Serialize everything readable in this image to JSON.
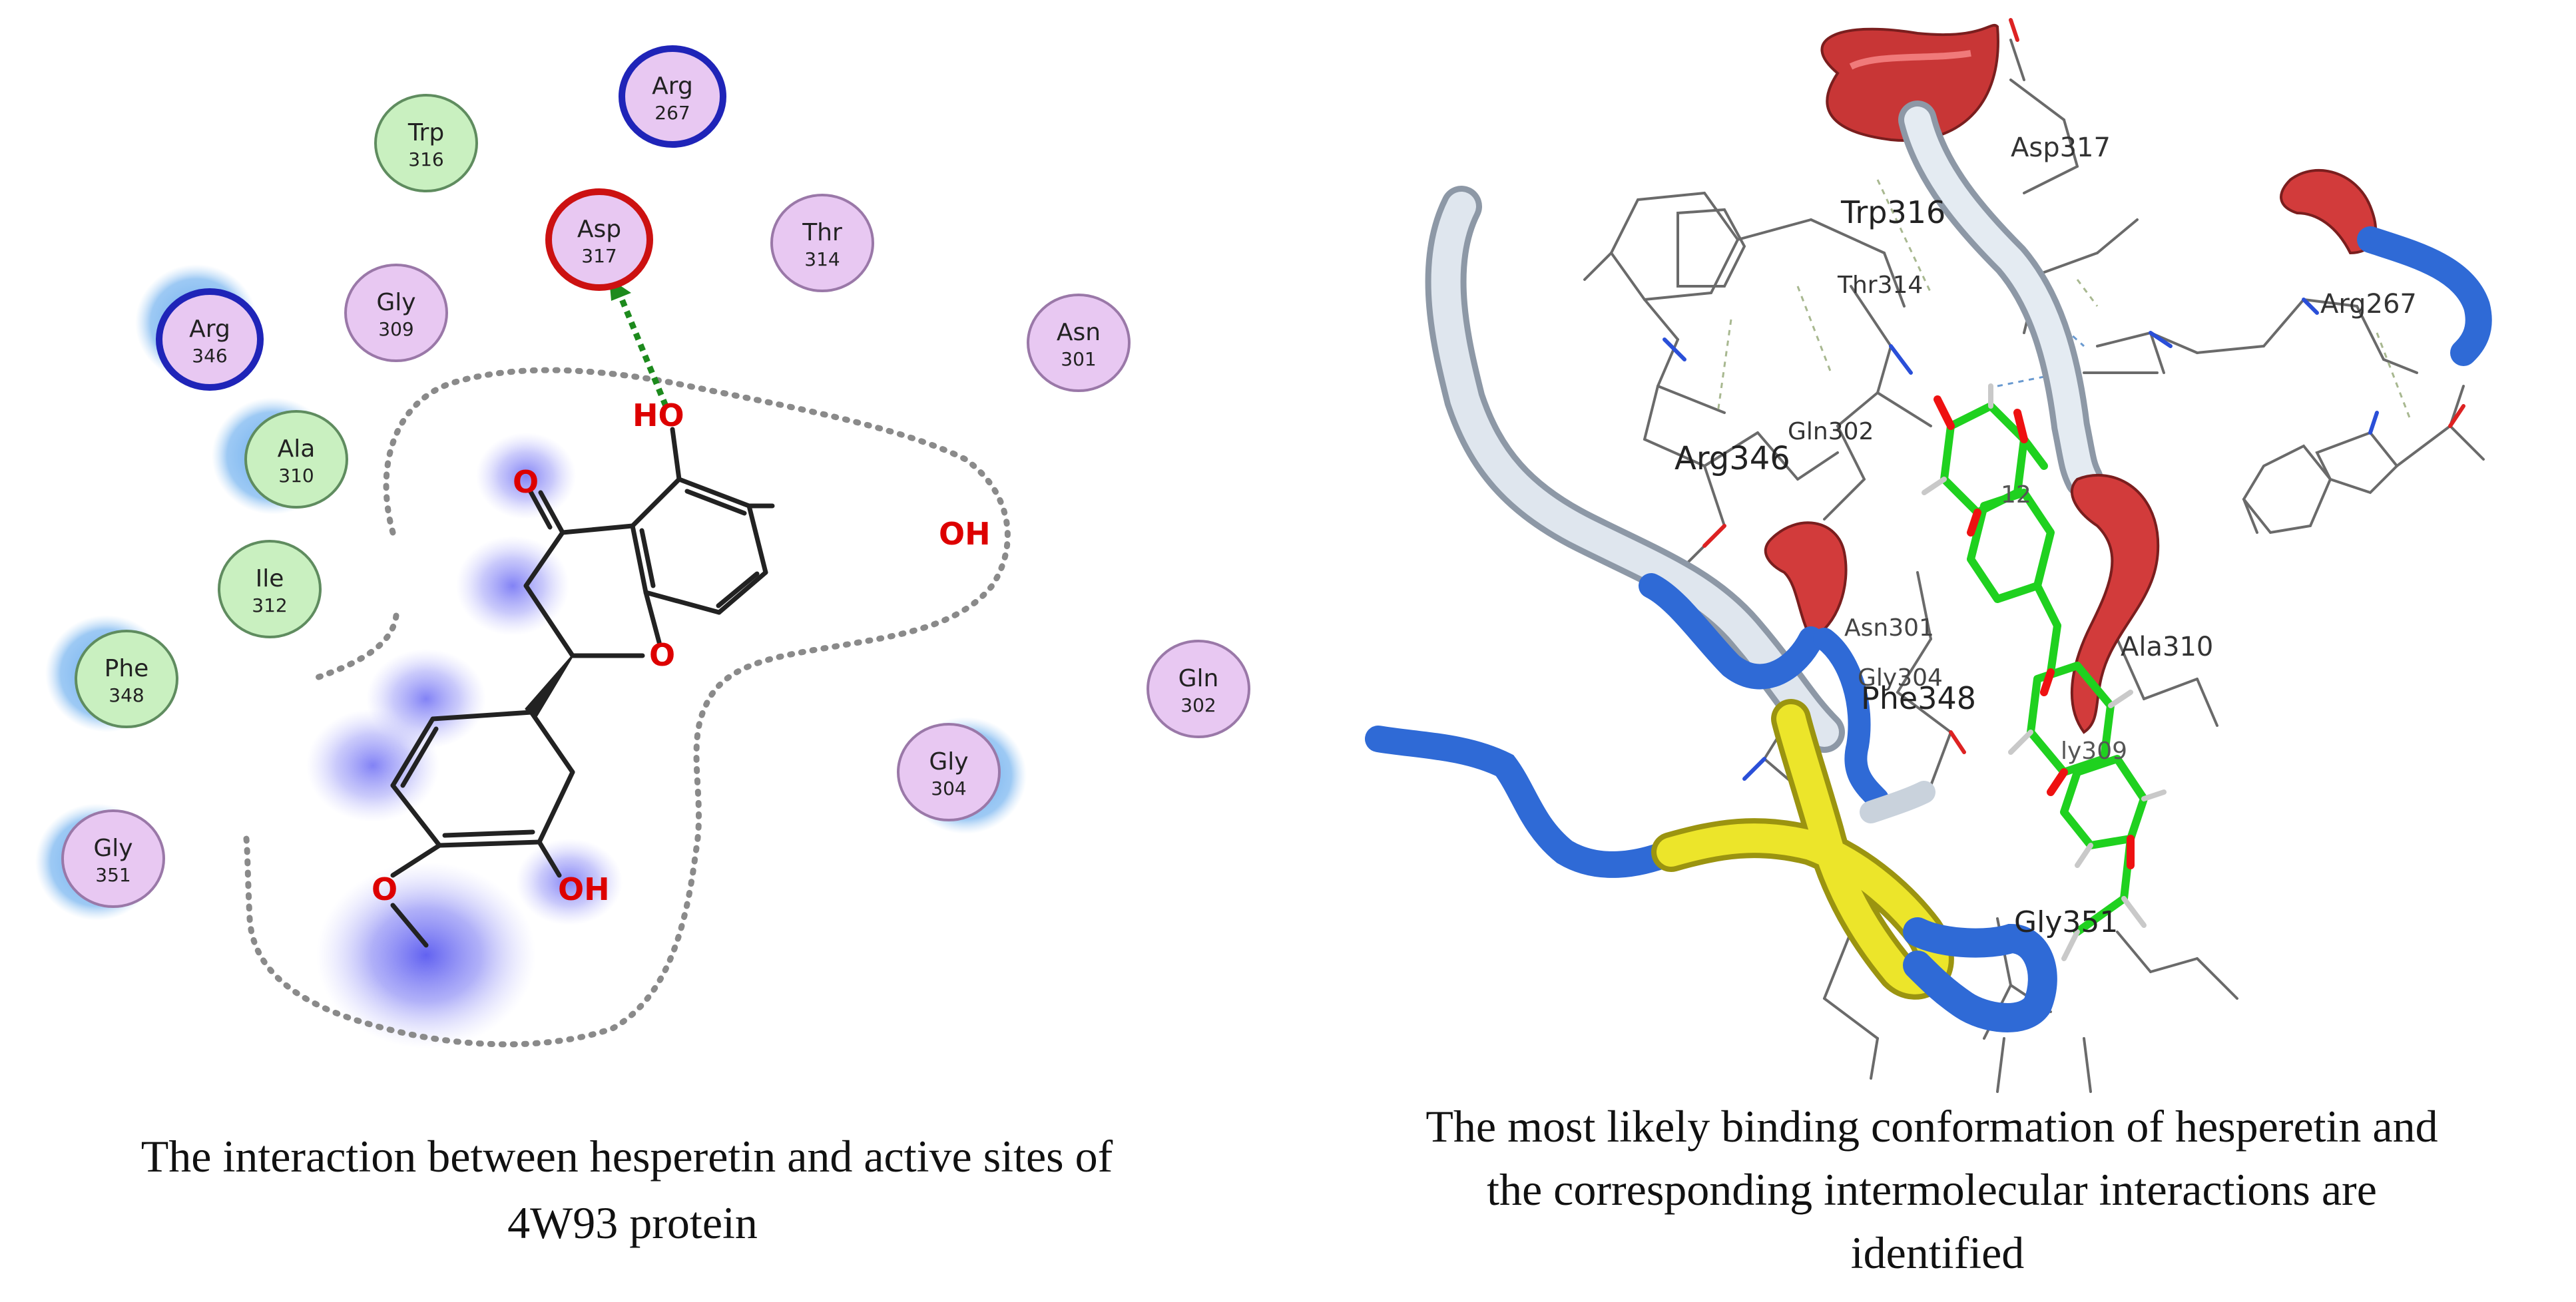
{
  "left_panel": {
    "residues": [
      {
        "id": "trp316",
        "name": "Trp",
        "num": "316",
        "kind": "vdw",
        "shadow": false
      },
      {
        "id": "arg267",
        "name": "Arg",
        "num": "267",
        "kind": "charged",
        "shadow": false
      },
      {
        "id": "asp317",
        "name": "Asp",
        "num": "317",
        "kind": "acidic",
        "shadow": false
      },
      {
        "id": "thr314",
        "name": "Thr",
        "num": "314",
        "kind": "polar",
        "shadow": false
      },
      {
        "id": "arg346",
        "name": "Arg",
        "num": "346",
        "kind": "charged",
        "shadow": true
      },
      {
        "id": "gly309",
        "name": "Gly",
        "num": "309",
        "kind": "polar",
        "shadow": false
      },
      {
        "id": "asn301",
        "name": "Asn",
        "num": "301",
        "kind": "polar",
        "shadow": false
      },
      {
        "id": "ala310",
        "name": "Ala",
        "num": "310",
        "kind": "vdw",
        "shadow": true
      },
      {
        "id": "ile312",
        "name": "Ile",
        "num": "312",
        "kind": "vdw",
        "shadow": false
      },
      {
        "id": "phe348",
        "name": "Phe",
        "num": "348",
        "kind": "vdw",
        "shadow": true
      },
      {
        "id": "gln302",
        "name": "Gln",
        "num": "302",
        "kind": "polar",
        "shadow": false
      },
      {
        "id": "gly304",
        "name": "Gly",
        "num": "304",
        "kind": "polar",
        "shadow": true
      },
      {
        "id": "gly351",
        "name": "Gly",
        "num": "351",
        "kind": "polar",
        "shadow": true
      }
    ],
    "atom_labels": {
      "carbonyl_o": "O",
      "oh_top": "HO",
      "oh_right": "OH",
      "ring_o": "O",
      "methoxy_o": "O",
      "oh_bottom": "OH"
    }
  },
  "right_panel": {
    "labels": [
      "Asp317",
      "Trp316",
      "Thr314",
      "Arg267",
      "Gln302",
      "Arg346",
      "Asn301",
      "Gly304",
      "Phe348",
      "Ala310",
      "Gly351"
    ],
    "occluded_labels": [
      "12",
      "ly309"
    ]
  },
  "captions": {
    "left": [
      "The interaction between hesperetin and active sites of",
      "4W93 protein"
    ],
    "right": [
      "The most likely binding conformation of hesperetin and",
      "the corresponding intermolecular interactions are",
      "identified"
    ]
  },
  "colors": {
    "polar_fill": "#e8c8f2",
    "polar_stroke": "#9a78a8",
    "vdw_fill": "#c9f0c0",
    "vdw_stroke": "#5f8c5f",
    "charged_stroke": "#1f24b8",
    "acidic_stroke": "#cc1111",
    "hbond_green": "#1d8a1d",
    "oxygen_red": "#dd0000",
    "halo_blue": "#7878f5",
    "shadow_blue": "#7fb7f0",
    "helix_red": "#d33b3b",
    "coil_white": "#dde6ee",
    "strand_yellow": "#e6e02c",
    "turn_blue": "#2f6ad6",
    "ligand_green": "#22dd22"
  }
}
